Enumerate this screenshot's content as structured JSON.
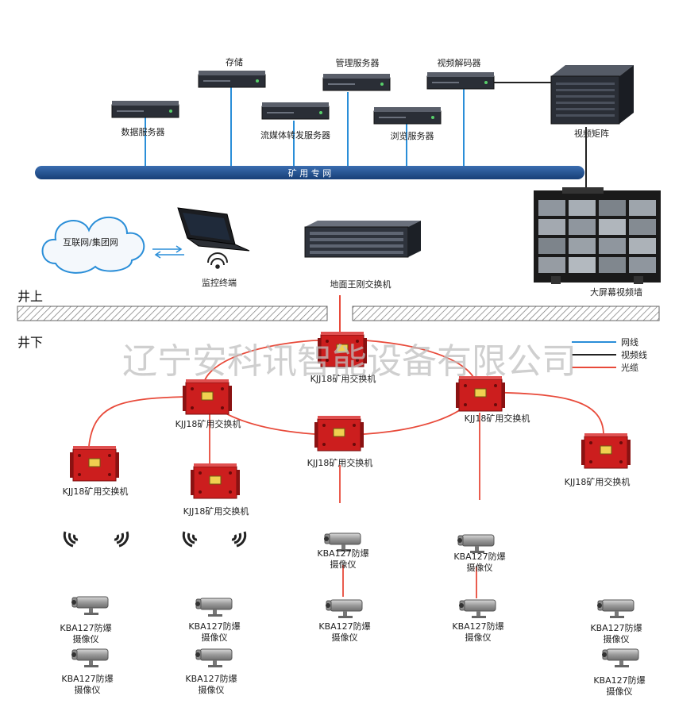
{
  "watermark": "辽宁安科讯智能设备有限公司",
  "surface": {
    "label": "井上",
    "backbone_label": "矿 用 专 网",
    "servers": {
      "data": "数据服务器",
      "storage": "存储",
      "streaming": "流媒体转发服务器",
      "management": "管理服务器",
      "browse": "浏览服务器",
      "decoder": "视频解码器",
      "matrix": "视频矩阵"
    },
    "internet": "互联网/集团网",
    "monitor": "监控终端",
    "core_switch": "地面王刚交换机",
    "video_wall": "大屏幕视频墙"
  },
  "underground": {
    "label": "井下",
    "switch_label": "KJJ18矿用交换机",
    "camera_label_1": "KBA127防爆",
    "camera_label_2": "摄像仪"
  },
  "legend": {
    "items": [
      {
        "label": "网线",
        "color": "#2a8ed8"
      },
      {
        "label": "视频线",
        "color": "#222222"
      },
      {
        "label": "光缆",
        "color": "#e84a3a"
      }
    ]
  },
  "colors": {
    "backbone": "#1e4f8f",
    "fiber": "#e84a3a",
    "switch_body": "#cc1e1e",
    "server_body": "#2a2e36"
  }
}
